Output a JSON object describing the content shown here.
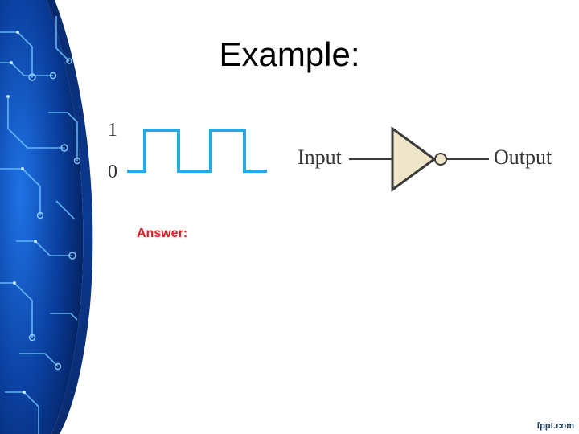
{
  "slide": {
    "title": "Example:",
    "answer_label": "Answer:",
    "watermark": "fppt.com"
  },
  "waveform": {
    "high_label": "1",
    "low_label": "0",
    "levels": [
      0,
      1,
      0,
      1,
      0
    ],
    "color": "#29a9e1"
  },
  "gate": {
    "type": "NOT",
    "input_label": "Input",
    "output_label": "Output",
    "body_color": "#efe6c9",
    "stroke_color": "#3a3a3a"
  },
  "theme": {
    "decor_dark": "#021a4a",
    "decor_mid": "#0a47b5",
    "decor_glow": "#4fb6ff",
    "answer_color": "#e31e24"
  }
}
